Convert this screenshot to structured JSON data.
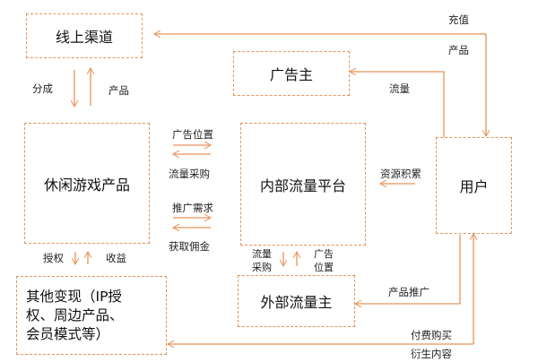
{
  "nodes": {
    "online_channel": "线上渠道",
    "advertiser": "广告主",
    "casual_game": "休闲游戏产品",
    "internal_platform": "内部流量平台",
    "user": "用户",
    "other_monetization": "其他变现（IP授\n权、周边产品、\n会员模式等）",
    "external_owner": "外部流量主"
  },
  "edges": {
    "recharge": "充值",
    "product_top": "产品",
    "traffic": "流量",
    "revenue_share": "分成",
    "product_left": "产品",
    "ad_position": "广告位置",
    "traffic_purchase": "流量采购",
    "promotion_demand": "推广需求",
    "commission": "获取佣金",
    "resource_accum": "资源积累",
    "license": "授权",
    "income": "收益",
    "ext_traffic_purchase": "流量\n采购",
    "ext_ad_position": "广告\n位置",
    "product_promotion": "产品推广",
    "paid_purchase": "付费购买",
    "derivative_content": "衍生内容"
  },
  "colors": {
    "accent": "#e8935a"
  }
}
